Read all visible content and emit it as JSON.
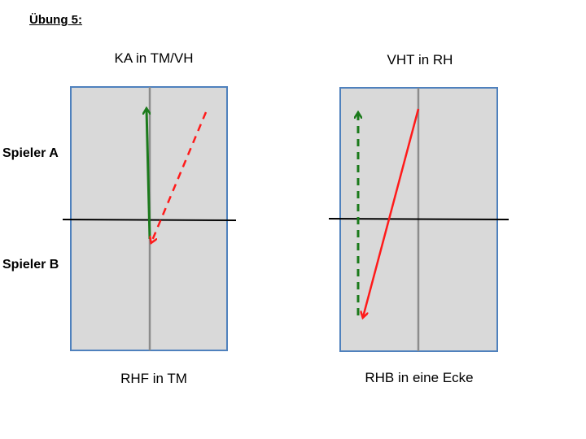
{
  "title": "Übung 5:",
  "players": {
    "a": "Spieler A",
    "b": "Spieler B"
  },
  "tables": [
    {
      "top_label": "KA in TM/VH",
      "bottom_label": "RHF in TM"
    },
    {
      "top_label": "VHT in RH",
      "bottom_label": "RHB in eine Ecke"
    }
  ],
  "colors": {
    "table_fill": "#d9d9d9",
    "table_border": "#4f81bd",
    "center_line": "#8c8c8c",
    "net": "#000000",
    "green_arrow": "#1b7a1b",
    "red_arrow": "#ff1a1a"
  },
  "arrows": [
    {
      "name": "left-green-solid-arrow",
      "color": "green_arrow",
      "style": "solid"
    },
    {
      "name": "left-red-dashed-arrow",
      "color": "red_arrow",
      "style": "dashed"
    },
    {
      "name": "right-green-dashed-arrow",
      "color": "green_arrow",
      "style": "dashed"
    },
    {
      "name": "right-red-solid-arrow",
      "color": "red_arrow",
      "style": "solid"
    }
  ]
}
